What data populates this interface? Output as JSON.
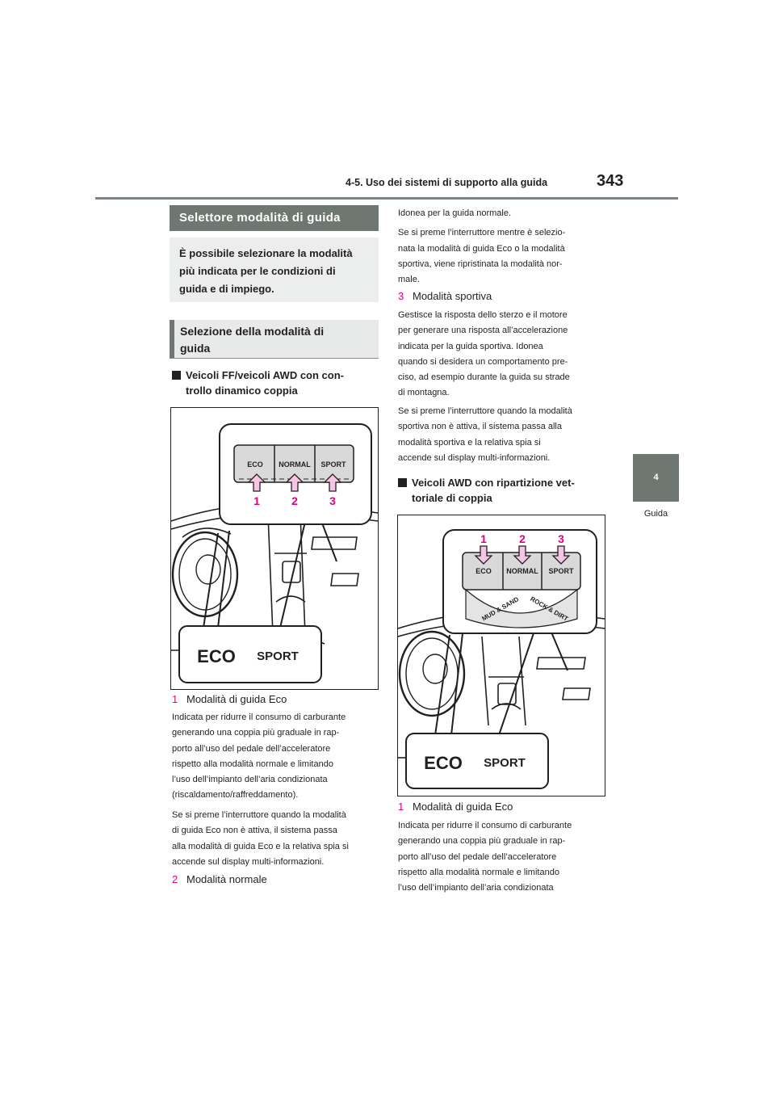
{
  "header": {
    "section_title": "4-5. Uso dei sistemi di supporto alla guida",
    "page_number": "343"
  },
  "side_tab": {
    "chapter_number": "4",
    "chapter_label": "Guida"
  },
  "section": {
    "title": "Selettore modalità di guida",
    "intro_lines": [
      "È possibile selezionare la modalità",
      "più indicata per le condizioni di",
      "guida e di impiego."
    ],
    "subheading_lines": [
      "Selezione della modalità di",
      "guida"
    ]
  },
  "left_col": {
    "heading_lines": [
      "Veicoli FF/veicoli AWD con con-",
      "trollo dinamico coppia"
    ],
    "figure": {
      "buttons": [
        "ECO",
        "NORMAL",
        "SPORT"
      ],
      "callouts": [
        "1",
        "2",
        "3"
      ],
      "indicators": [
        "ECO",
        "SPORT"
      ]
    },
    "item1_num": "1",
    "item1_title": "Modalità di guida Eco",
    "item1_lines": [
      "Indicata per ridurre il consumo di carburante",
      "generando una coppia più graduale in rap-",
      "porto all’uso del pedale dell’acceleratore",
      "rispetto alla modalità normale e limitando",
      "l’uso dell’impianto dell’aria condizionata",
      "(riscaldamento/raffreddamento)."
    ],
    "item1b_lines": [
      "Se si preme l’interruttore quando la modalità",
      "di guida Eco non è attiva, il sistema passa",
      "alla modalità di guida Eco e la relativa spia si",
      "accende sul display multi-informazioni."
    ],
    "item2_num": "2",
    "item2_title": "Modalità normale"
  },
  "right_col": {
    "item2_lines": [
      "Idonea per la guida normale.",
      "Se si preme l’interruttore mentre è selezio-",
      "nata la modalità di guida Eco o la modalità",
      "sportiva, viene ripristinata la modalità nor-",
      "male."
    ],
    "item3_num": "3",
    "item3_title": "Modalità sportiva",
    "item3_lines": [
      "Gestisce la risposta dello sterzo e il motore",
      "per generare una risposta all’accelerazione",
      "indicata per la guida sportiva. Idonea",
      "quando si desidera un comportamento pre-",
      "ciso, ad esempio durante la guida su strade",
      "di montagna."
    ],
    "item3b_lines": [
      "Se si preme l’interruttore quando la modalità",
      "sportiva non è attiva, il sistema passa alla",
      "modalità sportiva e la relativa spia si",
      "accende sul display multi-informazioni."
    ],
    "heading_lines": [
      "Veicoli AWD con ripartizione vet-",
      "toriale di coppia"
    ],
    "figure": {
      "buttons": [
        "ECO",
        "NORMAL",
        "SPORT"
      ],
      "callouts": [
        "1",
        "2",
        "3"
      ],
      "dial_labels": [
        "MUD & SAND",
        "ROCK & DIRT"
      ],
      "indicators": [
        "ECO",
        "SPORT"
      ]
    },
    "item1_num": "1",
    "item1_title": "Modalità di guida Eco",
    "item1_lines": [
      "Indicata per ridurre il consumo di carburante",
      "generando una coppia più graduale in rap-",
      "porto all’uso del pedale dell’acceleratore",
      "rispetto alla modalità normale e limitando",
      "l’uso dell’impianto dell’aria condizionata"
    ]
  },
  "colors": {
    "accent": "#e2007a",
    "bar": "#6e7771",
    "arrow_fill": "#f4c6e4"
  }
}
